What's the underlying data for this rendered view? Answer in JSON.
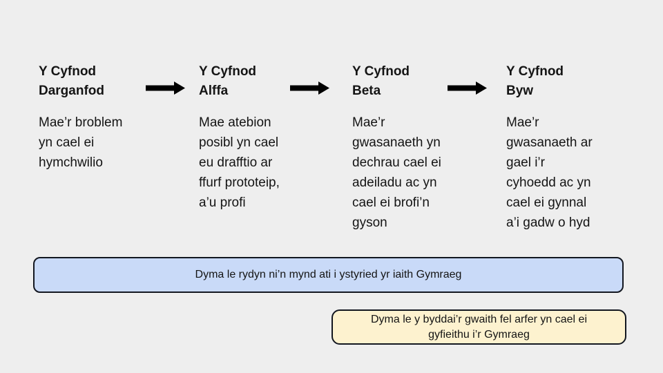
{
  "slide": {
    "background": "#eeeeee",
    "text_color": "#141414"
  },
  "phases": [
    {
      "title": "Y Cyfnod\nDarganfod",
      "description": "Mae’r broblem\nyn cael ei\nhymchwilio"
    },
    {
      "title": "Y Cyfnod\nAlffa",
      "description": "Mae atebion\nposibl yn cael\neu drafftio ar\nffurf prototeip,\na’u profi"
    },
    {
      "title": "Y Cyfnod\nBeta",
      "description": "Mae’r\ngwasanaeth yn\ndechrau cael ei\nadeiladu ac yn\ncael ei brofi’n\ngyson"
    },
    {
      "title": "Y Cyfnod\nByw",
      "description": "Mae’r\ngwasanaeth ar\ngael i’r\ncyhoedd ac yn\ncael ei gynnal\na’i gadw o hyd"
    }
  ],
  "arrows": {
    "icon": "arrow-right-icon",
    "color": "#000000",
    "count": 3
  },
  "callouts": {
    "welsh_considered": {
      "text": "Dyma le rydyn ni’n mynd ati i ystyried yr iaith Gymraeg",
      "fill": "#c9daf8",
      "border": "#12161f"
    },
    "usual_translation": {
      "text": "Dyma le y byddai’r gwaith fel arfer yn cael ei\ngyfieithu i’r Gymraeg",
      "fill": "#fdf2cf",
      "border": "#12161f"
    }
  }
}
